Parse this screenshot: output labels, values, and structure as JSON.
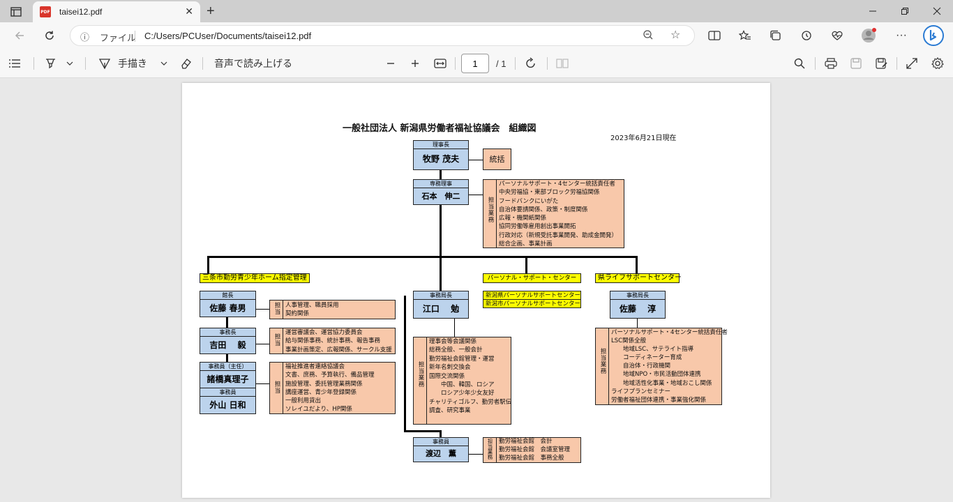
{
  "browser": {
    "tab_title": "taisei12.pdf",
    "new_tab": "+",
    "address_scheme": "ファイル",
    "address_url": "C:/Users/PCUser/Documents/taisei12.pdf"
  },
  "pdf_toolbar": {
    "draw_label": "手描き",
    "read_aloud_label": "音声で読み上げる",
    "page_current": "1",
    "page_total": "/ 1"
  },
  "document": {
    "title": "一般社団法人 新潟県労働者福祉協議会　組織図",
    "date": "2023年6月21日現在",
    "chairman": {
      "role": "理事長",
      "name": "牧野 茂夫",
      "duty": "統括"
    },
    "executive": {
      "role": "専務理事",
      "name": "石本　伸二",
      "duty_header": "担当業務",
      "duties": [
        "パーソナルサポート・4センター統括責任者",
        "中央労福協・東部ブロック労福協関係",
        "フードバンクにいがた",
        "自治体要請関係、政策・制度関係",
        "広報・機関紙関係",
        "協同労働等雇用創出事業開拓",
        "行政対応（新規受託事業開発、助成金開発）",
        "総合企画、事業計画"
      ]
    },
    "sanjo": {
      "label": "三条市勤労青少年ホーム指定管理",
      "director_role": "館長",
      "director_name": "佐藤 春男",
      "director_duty_header": "担当",
      "director_duties": [
        "人事管理、職員採用",
        "契約関係"
      ],
      "secretary_role": "事務長",
      "secretary_name": "吉田　 毅",
      "secretary_duty_header": "担当",
      "secretary_duties": [
        "運営審議会、運営協力委員会",
        "給与関係事務、統計事務、報告事務",
        "事業計画策定、広報関係、サークル支援"
      ],
      "staff1_role": "事務員（主任）",
      "staff1_name": "諸橋真理子",
      "staff2_role": "事務員",
      "staff2_name": "外山 日和",
      "staff_duty_header": "担当",
      "staff_duties": [
        "福祉推進者連絡協議会",
        "文書、庶務、予算執行、備品管理",
        "施設管理、委託管理業務関係",
        "講座運営、青少年登録関係",
        "一般利用貸出",
        "ソレイユだより、HP関係"
      ]
    },
    "secretariat": {
      "role": "事務局長",
      "name": "江口　 勉",
      "duty_header": "担当業務",
      "duties": [
        "理事会等会議関係",
        "総務全般、一般会計",
        "勤労福祉会館管理・運営",
        "新年名刺交換会",
        "国際交流関係",
        "　　中国、韓国、ロシア",
        "　　ロシア少年少女友好",
        "チャリティゴルフ、勤労者駅伝",
        "調査、研究事業"
      ],
      "staff_role": "事務員",
      "staff_name": "渡辺　薫",
      "staff_duty_header": "担当業務",
      "staff_duties": [
        "勤労福祉会館　会計",
        "勤労福祉会館　会議室管理",
        "勤労福祉会館　事務全般"
      ]
    },
    "personal_support": {
      "label": "パーソナル・サポート・センター",
      "centers": [
        "新潟県パーソナルサポートセンター",
        "新潟市パーソナルサポートセンター"
      ]
    },
    "life_support": {
      "label": "県ライフサポートセンター",
      "role": "事務局長",
      "name": "佐藤　 淳",
      "duty_header": "担当業務",
      "duties": [
        "パーソナルサポート・4センター統括責任者",
        "LSC関係全般",
        "　　地域LSC、サテライト指導",
        "　　コーディネーター育成",
        "　　自治体・行政機関",
        "　　地域NPO・市民活動団体連携",
        "　　地域活性化事業・地域おこし関係",
        "ライフプランセミナー",
        "労働者福祉団体連携・事業強化関係"
      ]
    }
  }
}
